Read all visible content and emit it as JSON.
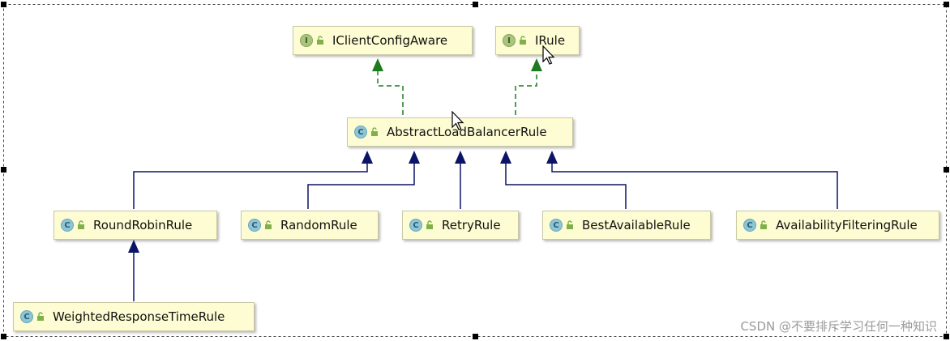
{
  "diagram": {
    "nodes": {
      "iclientconfigaware": {
        "label": "IClientConfigAware",
        "kind": "interface",
        "kind_letter": "I"
      },
      "irule": {
        "label": "IRule",
        "kind": "interface",
        "kind_letter": "I"
      },
      "abstractloadbalancerrule": {
        "label": "AbstractLoadBalancerRule",
        "kind": "class",
        "kind_letter": "C"
      },
      "roundrobinrule": {
        "label": "RoundRobinRule",
        "kind": "class",
        "kind_letter": "C"
      },
      "randomrule": {
        "label": "RandomRule",
        "kind": "class",
        "kind_letter": "C"
      },
      "retryrule": {
        "label": "RetryRule",
        "kind": "class",
        "kind_letter": "C"
      },
      "bestavailablerule": {
        "label": "BestAvailableRule",
        "kind": "class",
        "kind_letter": "C"
      },
      "availabilityfilteringrule": {
        "label": "AvailabilityFilteringRule",
        "kind": "class",
        "kind_letter": "C"
      },
      "weightedresponsetimerule": {
        "label": "WeightedResponseTimeRule",
        "kind": "class",
        "kind_letter": "C"
      }
    },
    "relations": [
      {
        "from": "abstractloadbalancerrule",
        "to": "iclientconfigaware",
        "type": "implements"
      },
      {
        "from": "abstractloadbalancerrule",
        "to": "irule",
        "type": "implements"
      },
      {
        "from": "roundrobinrule",
        "to": "abstractloadbalancerrule",
        "type": "extends"
      },
      {
        "from": "randomrule",
        "to": "abstractloadbalancerrule",
        "type": "extends"
      },
      {
        "from": "retryrule",
        "to": "abstractloadbalancerrule",
        "type": "extends"
      },
      {
        "from": "bestavailablerule",
        "to": "abstractloadbalancerrule",
        "type": "extends"
      },
      {
        "from": "availabilityfilteringrule",
        "to": "abstractloadbalancerrule",
        "type": "extends"
      },
      {
        "from": "weightedresponsetimerule",
        "to": "roundrobinrule",
        "type": "extends"
      }
    ],
    "colors": {
      "implements": "#1e7a1e",
      "extends": "#0b1466",
      "node_fill": "#fdfcd2",
      "class_icon": "#8ec5d6",
      "interface_icon": "#a9c47f"
    }
  },
  "watermark": "CSDN @不要排斥学习任何一种知识"
}
